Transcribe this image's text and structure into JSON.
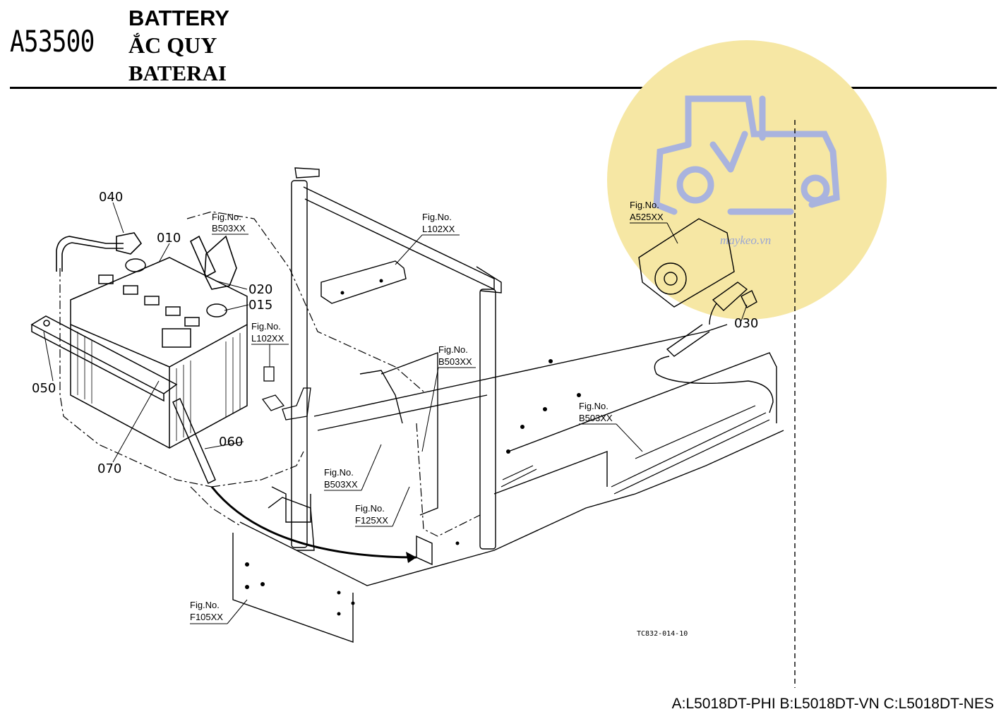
{
  "header": {
    "code": "A53500",
    "title_en": "BATTERY",
    "title_vi": "ẮC QUY",
    "title_id": "BATERAI"
  },
  "parts": {
    "p010": "010",
    "p015": "015",
    "p020": "020",
    "p030": "030",
    "p040": "040",
    "p050": "050",
    "p060": "060",
    "p070": "070"
  },
  "figure_refs": {
    "fig_label": "Fig.No.",
    "b503_top": "B503XX",
    "l102_top": "L102XX",
    "a525": "A525XX",
    "l102_mid": "L102XX",
    "b503_mid": "B503XX",
    "b503_right": "B503XX",
    "b503_low": "B503XX",
    "f125": "F125XX",
    "f105": "F105XX"
  },
  "drawing_code": "TC832-014-10",
  "watermark": {
    "text": "maykeo.vn",
    "circle_color": "#f6e7a4",
    "icon_color": "#a9b3de"
  },
  "footer": "A:L5018DT-PHI B:L5018DT-VN C:L5018DT-NES"
}
